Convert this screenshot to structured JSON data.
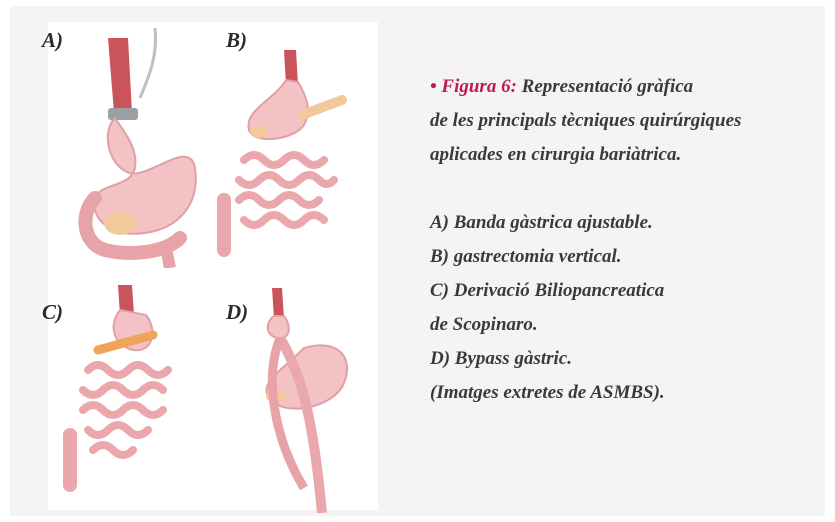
{
  "figure": {
    "labels": {
      "a": "A)",
      "b": "B)",
      "c": "C)",
      "d": "D)"
    },
    "caption": {
      "bullet": "• Figura 6:",
      "title_lines": [
        "Representació gràfica",
        "de les principals tècniques quirúrgiques",
        "aplicades en cirurgia bariàtrica."
      ],
      "list_lines": [
        "A) Banda gàstrica ajustable.",
        "B) gastrectomia vertical.",
        "C) Derivació Biliopancreatica",
        "de Scopinaro.",
        "D) Bypass gàstric.",
        "(Imatges extretes de ASMBS)."
      ]
    },
    "colors": {
      "accent": "#c2185b",
      "tissue": "#f3c2c4",
      "tissue_dark": "#e8a3a8",
      "esophagus": "#c9555a",
      "pancreas": "#f2c99a"
    }
  }
}
